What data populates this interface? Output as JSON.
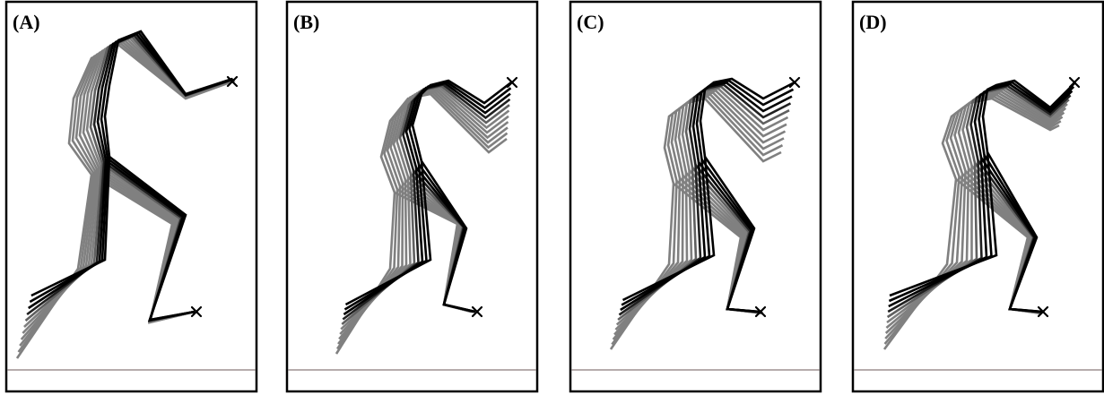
{
  "figure": {
    "panels": [
      {
        "id": "A",
        "label": "(A)"
      },
      {
        "id": "B",
        "label": "(B)"
      },
      {
        "id": "C",
        "label": "(C)"
      },
      {
        "id": "D",
        "label": "(D)"
      }
    ],
    "colors": {
      "frame": "#000000",
      "ground": "#8a7a7a",
      "early_poses": "#808080",
      "late_poses": "#000000",
      "target_marker": "#000000"
    }
  }
}
